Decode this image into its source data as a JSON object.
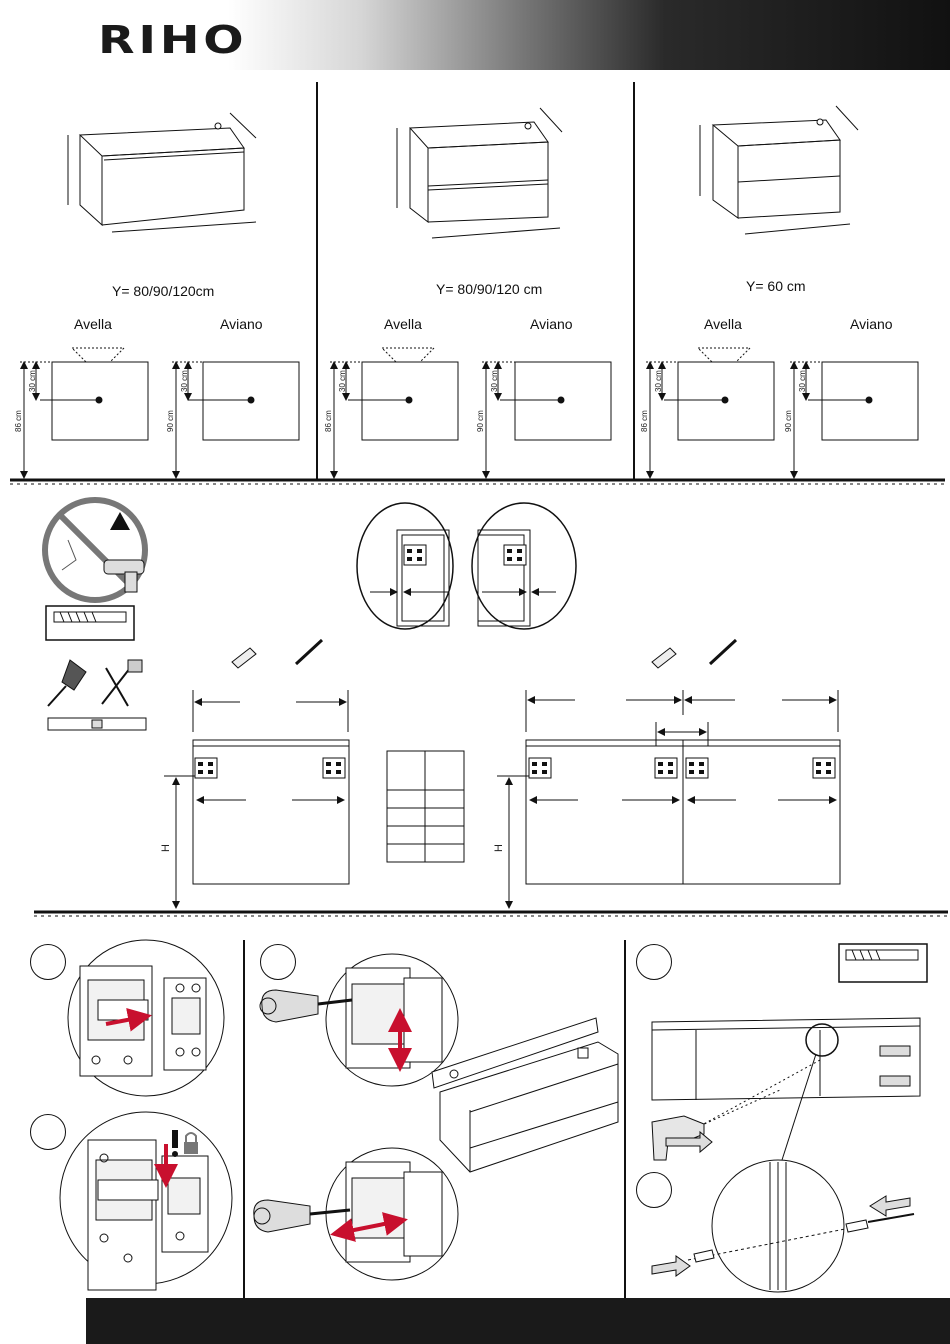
{
  "brand": {
    "logo": "RIHO"
  },
  "sections": [
    {
      "width_label": "Y= 80/90/120cm",
      "left_model": "Avella",
      "right_model": "Aviano",
      "left_h1": "30 cm",
      "left_h2": "86 cm",
      "right_h1": "30 cm",
      "right_h2": "90 cm"
    },
    {
      "width_label": "Y= 80/90/120 cm",
      "left_model": "Avella",
      "right_model": "Aviano",
      "left_h1": "30 cm",
      "left_h2": "86 cm",
      "right_h1": "30 cm",
      "right_h2": "90 cm"
    },
    {
      "width_label": "Y= 60 cm",
      "left_model": "Avella",
      "right_model": "Aviano",
      "left_h1": "30 cm",
      "left_h2": "86 cm",
      "right_h1": "30 cm",
      "right_h2": "90 cm"
    }
  ],
  "mounting": {
    "height_label_left": "H",
    "height_label_right": "H"
  },
  "icons": [
    "warning-drill-icon",
    "drill-bit-icon",
    "screwdriver-icon",
    "wrench-icon",
    "spirit-level-icon",
    "wall-plug-icon",
    "screw-icon",
    "drill-icon",
    "padlock-icon"
  ],
  "colors": {
    "arrow_red": "#c8102e",
    "line": "#111111",
    "header_dark": "#111111"
  }
}
